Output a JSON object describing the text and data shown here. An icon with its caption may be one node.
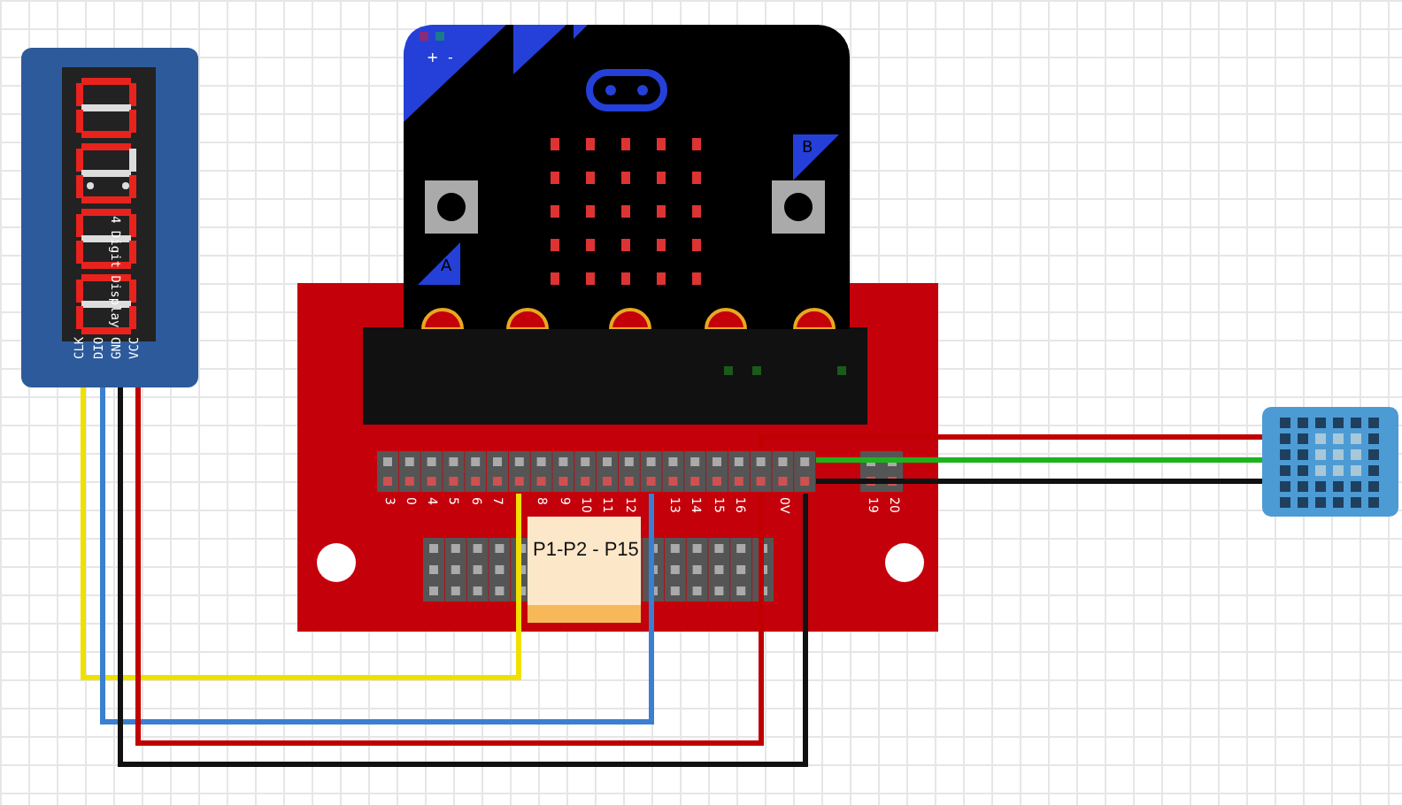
{
  "diagram": {
    "nodes": [
      {
        "text": [
          "4 Digit Display",
          "CLK",
          "DIO",
          "GND",
          "VCC"
        ]
      },
      {
        "text": [
          "+",
          "-",
          "A",
          "B"
        ]
      },
      {
        "text": [],
        "shape": "picture"
      },
      {
        "text": [],
        "shape": "picture",
        "in": 2
      },
      {
        "text": [],
        "shape": "picture"
      },
      {
        "text": [
          "P1-P2 - P15"
        ],
        "in": 2
      }
    ],
    "edges": [
      {
        "from": 0,
        "to": 3,
        "arrow": "none",
        "color": "#f0e000"
      },
      {
        "from": 0,
        "to": 3,
        "arrow": "none",
        "color": "#3a7fd0"
      },
      {
        "from": 0,
        "to": 3,
        "arrow": "none",
        "color": "#c00000"
      },
      {
        "from": 0,
        "to": 3,
        "arrow": "none",
        "color": "#111111"
      },
      {
        "from": 4,
        "to": 3,
        "arrow": "none",
        "color": "#c00000"
      },
      {
        "from": 4,
        "to": 3,
        "arrow": "none",
        "color": "#1db31d"
      },
      {
        "from": 4,
        "to": 3,
        "arrow": "none",
        "color": "#111111"
      }
    ],
    "labels": [
      "3",
      "0",
      "4",
      "5",
      "6",
      "7",
      "8",
      "9",
      "10",
      "11",
      "12",
      "13",
      "14",
      "15",
      "16",
      "0V",
      "19",
      "20"
    ]
  }
}
